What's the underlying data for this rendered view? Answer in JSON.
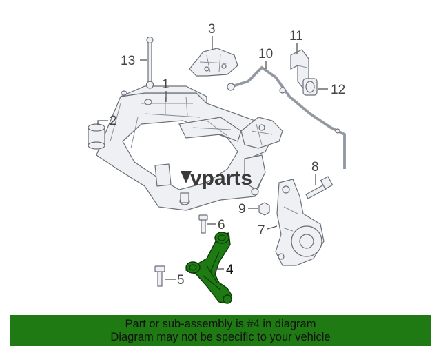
{
  "diagram": {
    "callouts": {
      "c1": "1",
      "c2": "2",
      "c3": "3",
      "c4": "4",
      "c5": "5",
      "c6": "6",
      "c7": "7",
      "c8": "8",
      "c9": "9",
      "c10": "10",
      "c11": "11",
      "c12": "12",
      "c13": "13"
    },
    "watermark": "vparts",
    "highlight_color": "#1e7a12"
  },
  "banner": {
    "line1": "Part or sub-assembly is #4 in diagram",
    "line2": "Diagram may not be specific to your vehicle",
    "background": "#1f7a13"
  }
}
